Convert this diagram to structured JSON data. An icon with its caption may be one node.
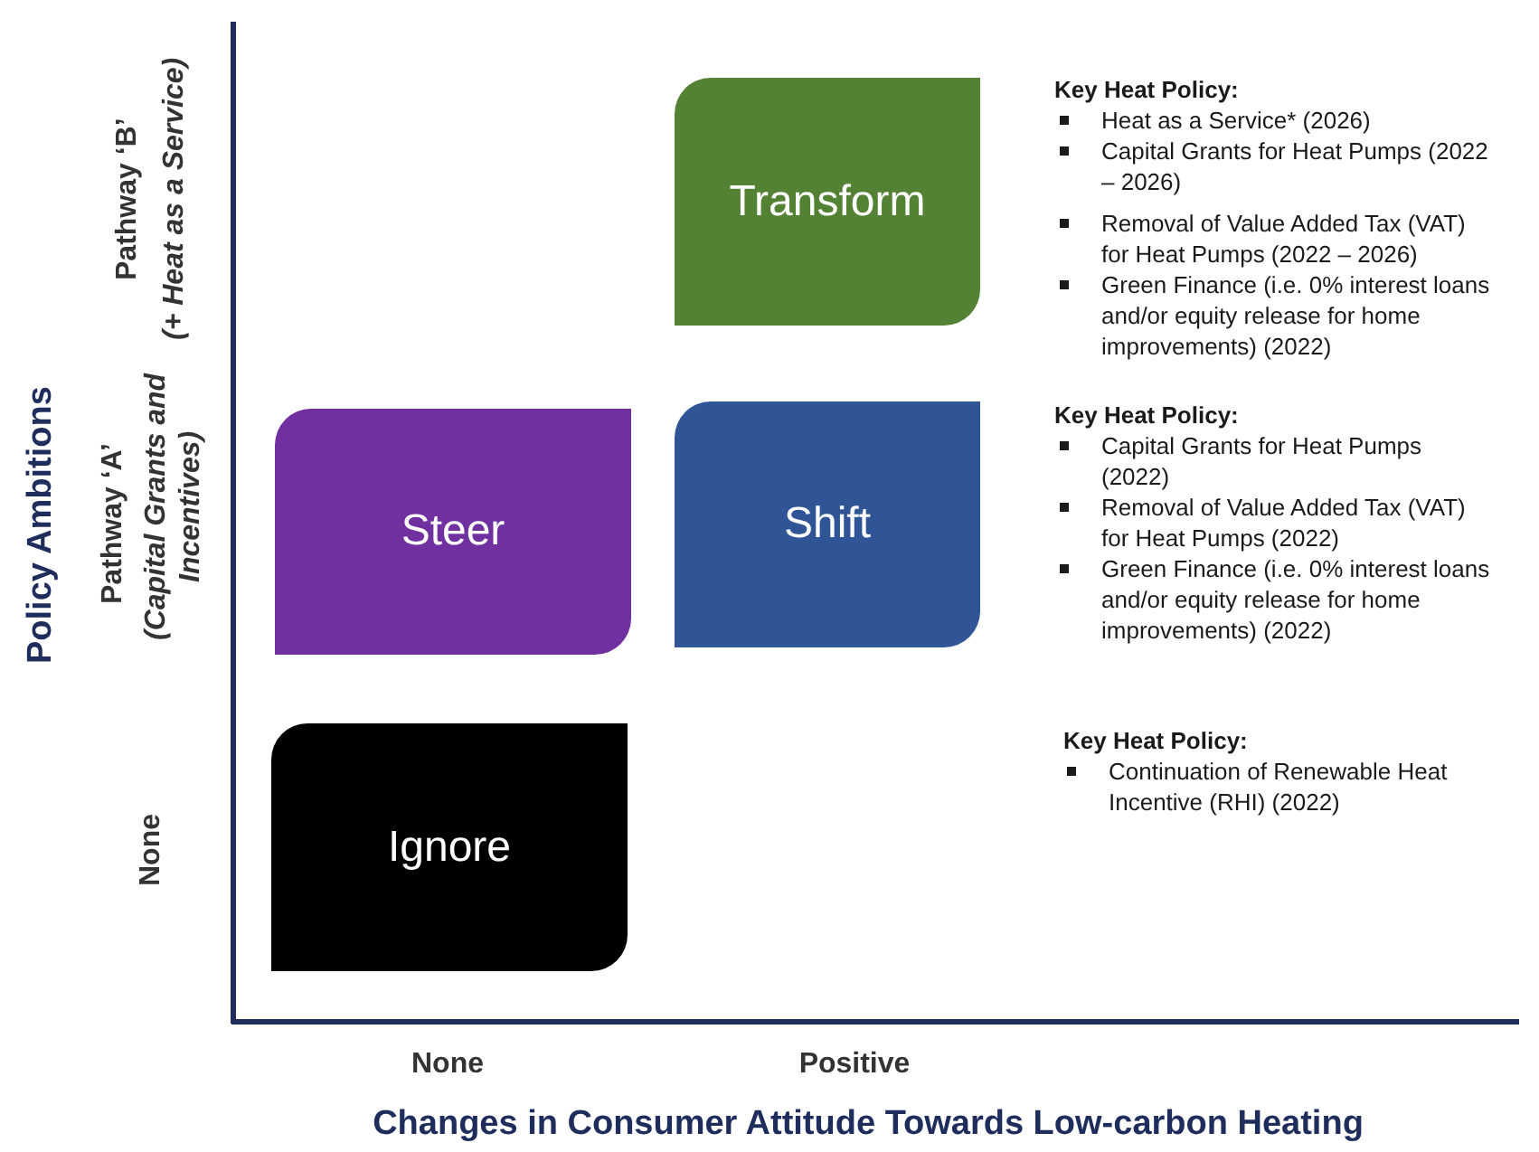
{
  "diagram": {
    "nodes": [
      {
        "text": [
          "Transform"
        ]
      },
      {
        "text": [
          "Steer"
        ]
      },
      {
        "text": [
          "Shift"
        ]
      },
      {
        "text": [
          "Ignore"
        ]
      }
    ],
    "labels": [
      "Pathway ‘B’",
      "(+ Heat as a Service)",
      "Key Heat Policy:",
      "Heat as a Service* (2026)",
      "Capital Grants for Heat Pumps (2022 – 2026)",
      "Removal of Value Added Tax (VAT) for Heat Pumps (2022 – 2026)",
      "Green Finance (i.e. 0% interest loans and/or equity release for home improvements) (2022)",
      "Policy Ambitions",
      "Pathway ‘A’",
      "(Capital Grants and Incentives)",
      "Key Heat Policy:",
      "Capital Grants for Heat Pumps (2022)",
      "Removal of Value Added Tax (VAT) for Heat Pumps (2022)",
      "Green Finance (i.e. 0% interest loans and/or equity release for home improvements) (2022)",
      "None",
      "Key Heat Policy:",
      "Continuation of Renewable Heat Incentive (RHI) (2022)",
      "None",
      "Positive",
      "Changes in Consumer Attitude Towards Low-carbon Heating"
    ]
  }
}
